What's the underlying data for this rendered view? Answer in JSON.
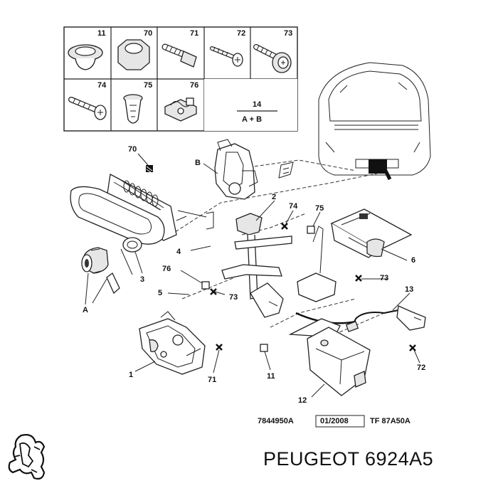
{
  "legend_boxes": [
    {
      "num": "11",
      "icon": "grommet-icon"
    },
    {
      "num": "70",
      "icon": "nut-icon"
    },
    {
      "num": "71",
      "icon": "bolt-icon"
    },
    {
      "num": "72",
      "icon": "screw-icon"
    },
    {
      "num": "73",
      "icon": "flange-screw-icon"
    },
    {
      "num": "74",
      "icon": "screw-icon"
    },
    {
      "num": "75",
      "icon": "push-clip-icon"
    },
    {
      "num": "76",
      "icon": "cable-clip-icon"
    }
  ],
  "kit": {
    "num": "14",
    "desc": "A + B"
  },
  "callouts": {
    "c70": "70",
    "cB": "B",
    "c2": "2",
    "c74": "74",
    "c75": "75",
    "c4": "4",
    "c3": "3",
    "c76": "76",
    "c6": "6",
    "c73a": "73",
    "c73b": "73",
    "c5": "5",
    "c13": "13",
    "cA": "A",
    "c1": "1",
    "c71": "71",
    "c11": "11",
    "c72": "72",
    "c12": "12"
  },
  "references": {
    "drawing_no": "7844950A",
    "date": "01/2008",
    "code": "TF 87A50A"
  },
  "brand": {
    "logo_icon": "peugeot-lion-logo-icon",
    "text": "PEUGEOT 6924A5"
  }
}
